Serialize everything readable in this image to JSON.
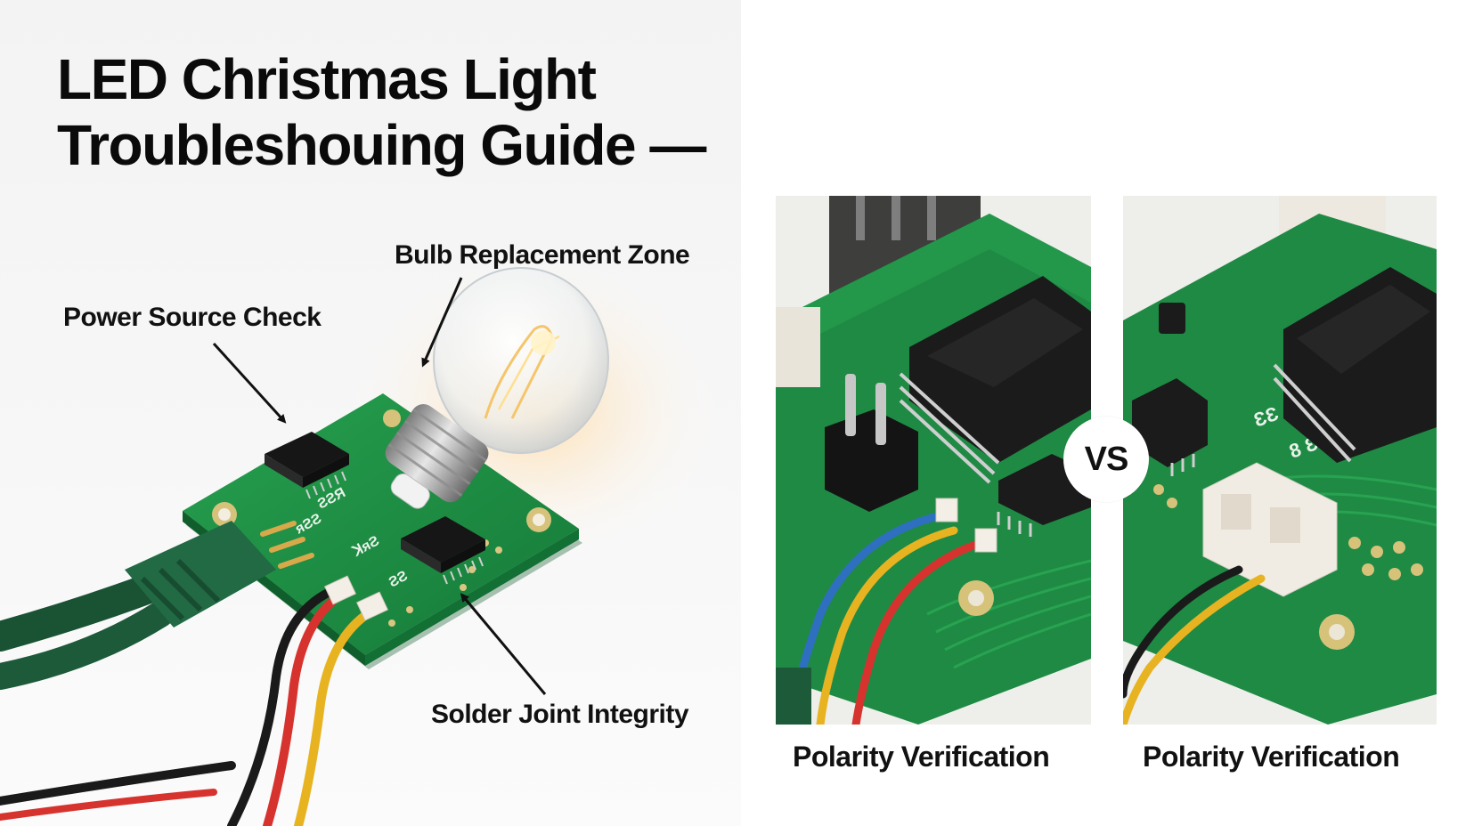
{
  "title": {
    "line1": "LED Christmas Light",
    "line2": "Troubleshouing Guide —"
  },
  "callouts": {
    "power": "Power Source Check",
    "bulb": "Bulb Replacement Zone",
    "solder": "Solder Joint Integrity"
  },
  "comparison": {
    "badge": "VS",
    "left_caption": "Polarity Verification",
    "right_caption": "Polarity Verification"
  },
  "colors": {
    "pcb_green": "#1f8a44",
    "pcb_dark": "#146b33",
    "chip_black": "#1b1b1b",
    "wire_red": "#d6332f",
    "wire_yellow": "#e7b321",
    "wire_blue": "#2f6fc0",
    "cable_green": "#1f5e3c",
    "text": "#111111"
  },
  "icons": [
    "arrow-icon",
    "led-bulb-icon",
    "chip-icon",
    "connector-icon"
  ]
}
